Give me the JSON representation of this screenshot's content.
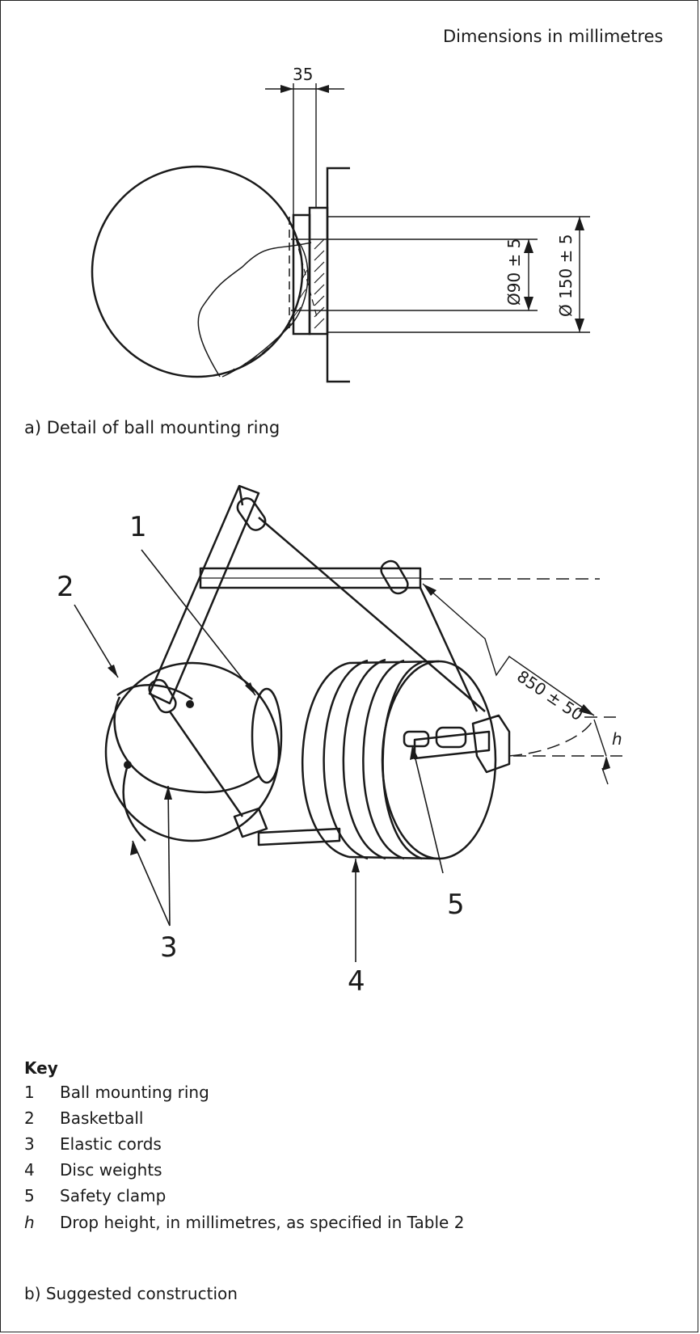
{
  "header": {
    "units_note": "Dimensions in millimetres"
  },
  "figure_a": {
    "caption": "a)  Detail of ball mounting ring",
    "dim_width": "35",
    "dim_inner_dia": "Ø90 ± 5",
    "dim_outer_dia": "Ø 150 ± 5"
  },
  "figure_b": {
    "caption": "b)  Suggested construction",
    "dim_length": "850 ± 50",
    "dim_h": "h",
    "callouts": [
      "1",
      "2",
      "3",
      "4",
      "5"
    ]
  },
  "key": {
    "title": "Key",
    "items": [
      {
        "sym": "1",
        "text": "Ball mounting ring"
      },
      {
        "sym": "2",
        "text": "Basketball"
      },
      {
        "sym": "3",
        "text": "Elastic cords"
      },
      {
        "sym": "4",
        "text": "Disc weights"
      },
      {
        "sym": "5",
        "text": "Safety clamp"
      },
      {
        "sym": "h",
        "text": "Drop height, in millimetres, as specified in Table 2"
      }
    ]
  }
}
